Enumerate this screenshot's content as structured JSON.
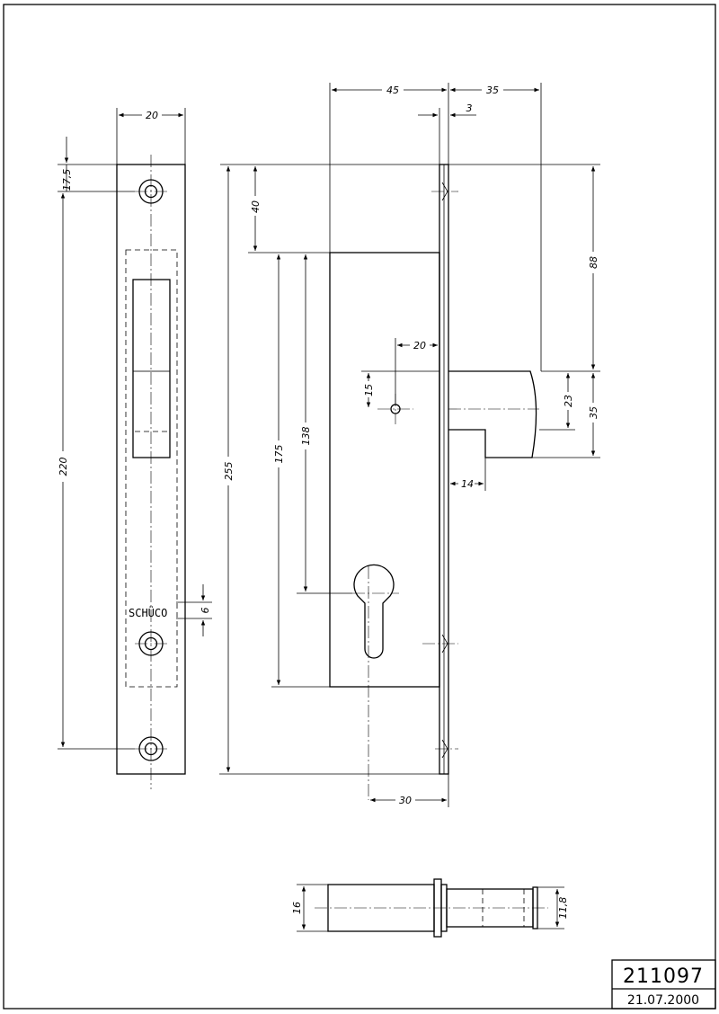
{
  "drawing": {
    "number": "211097",
    "date": "21.07.2000",
    "brand": "SCHÜCO"
  },
  "dimensions": {
    "faceplate_width": "20",
    "top_offset": "17,5",
    "hole_spacing": "220",
    "brand_height": "6",
    "backset": "45",
    "bolt_throw": "35",
    "face_thickness": "3",
    "body_top": "40",
    "to_bolt_center": "88",
    "follower_offset": "20",
    "follower_size": "15",
    "bolt_height": "35",
    "bolt_inner": "23",
    "case_height": "175",
    "cylinder_distance": "138",
    "overall_height": "255",
    "bolt_step": "14",
    "cylinder_backset": "30",
    "pin_dia_large": "16",
    "pin_dia_small": "11,8"
  }
}
